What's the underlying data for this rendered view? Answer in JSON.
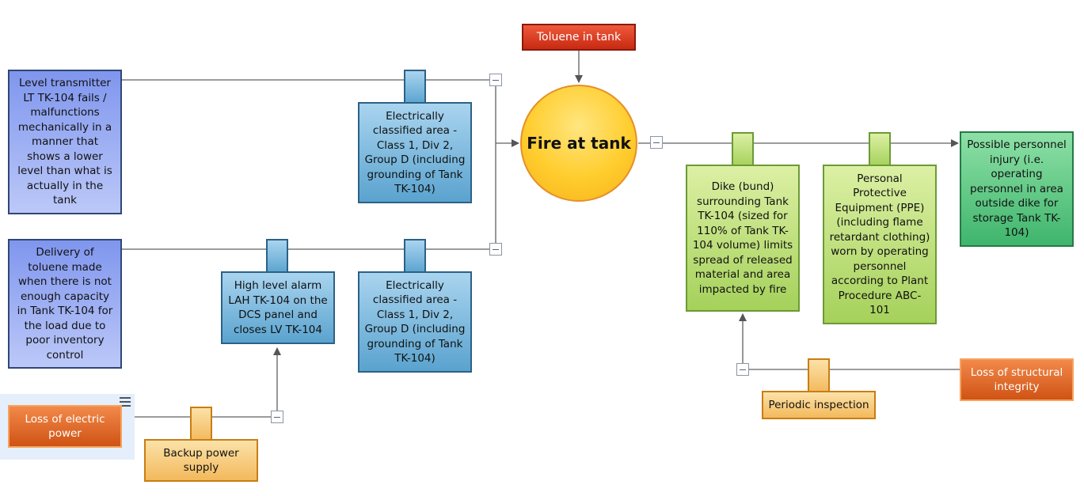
{
  "diagram": {
    "hazard": "Toluene in tank",
    "top_event": "Fire at tank",
    "threats": [
      "Level transmitter LT TK-104 fails / malfunctions mechanically in a manner that shows a lower level than what is actually in the tank",
      "Delivery of toluene made when there is not enough capacity in Tank TK-104 for the load due to poor inventory control"
    ],
    "preventive_barriers": [
      "Electrically classified area - Class 1, Div 2, Group D (including grounding of Tank TK-104)",
      "High level alarm LAH TK-104 on the DCS panel and closes LV TK-104",
      "Electrically classified area - Class 1, Div 2, Group D (including grounding of Tank TK-104)"
    ],
    "escalation_factors": [
      "Loss of electric power",
      "Loss of structural integrity"
    ],
    "escalation_barriers": [
      "Backup power supply",
      "Periodic inspection"
    ],
    "mitigative_barriers": [
      "Dike (bund) surrounding Tank TK-104 (sized for 110% of Tank TK-104 volume) limits spread of released material and area impacted by fire",
      "Personal Protective Equipment (PPE) (including flame retardant clothing) worn by operating personnel according to Plant Procedure ABC-101"
    ],
    "consequence": "Possible personnel injury (i.e. operating personnel in area outside dike for storage Tank TK-104)"
  },
  "icons": {
    "menu": "menu-icon",
    "collapse": "collapse-toggle-icon"
  },
  "colors": {
    "threat": "#8fa3f0",
    "preventive_barrier": "#7db9e0",
    "mitigative_barrier": "#c3e37e",
    "escalation_barrier": "#f8cf7e",
    "consequence": "#5ccb84",
    "hazard": "#e0401f",
    "escalation_factor": "#e06a28",
    "top_event": "#ffcd2e"
  }
}
